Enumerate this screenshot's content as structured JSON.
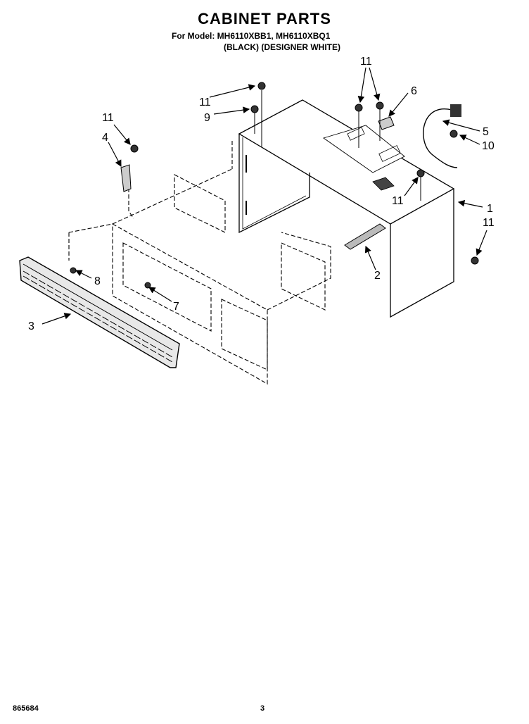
{
  "header": {
    "title": "CABINET PARTS",
    "model_line": "For Model: MH6110XBB1, MH6110XBQ1",
    "variant_line": "(BLACK)  (DESIGNER WHITE)"
  },
  "callouts": [
    "1",
    "2",
    "3",
    "4",
    "5",
    "6",
    "7",
    "8",
    "9",
    "10",
    "11"
  ],
  "footer": {
    "doc_number": "865684",
    "page_number": "3"
  }
}
